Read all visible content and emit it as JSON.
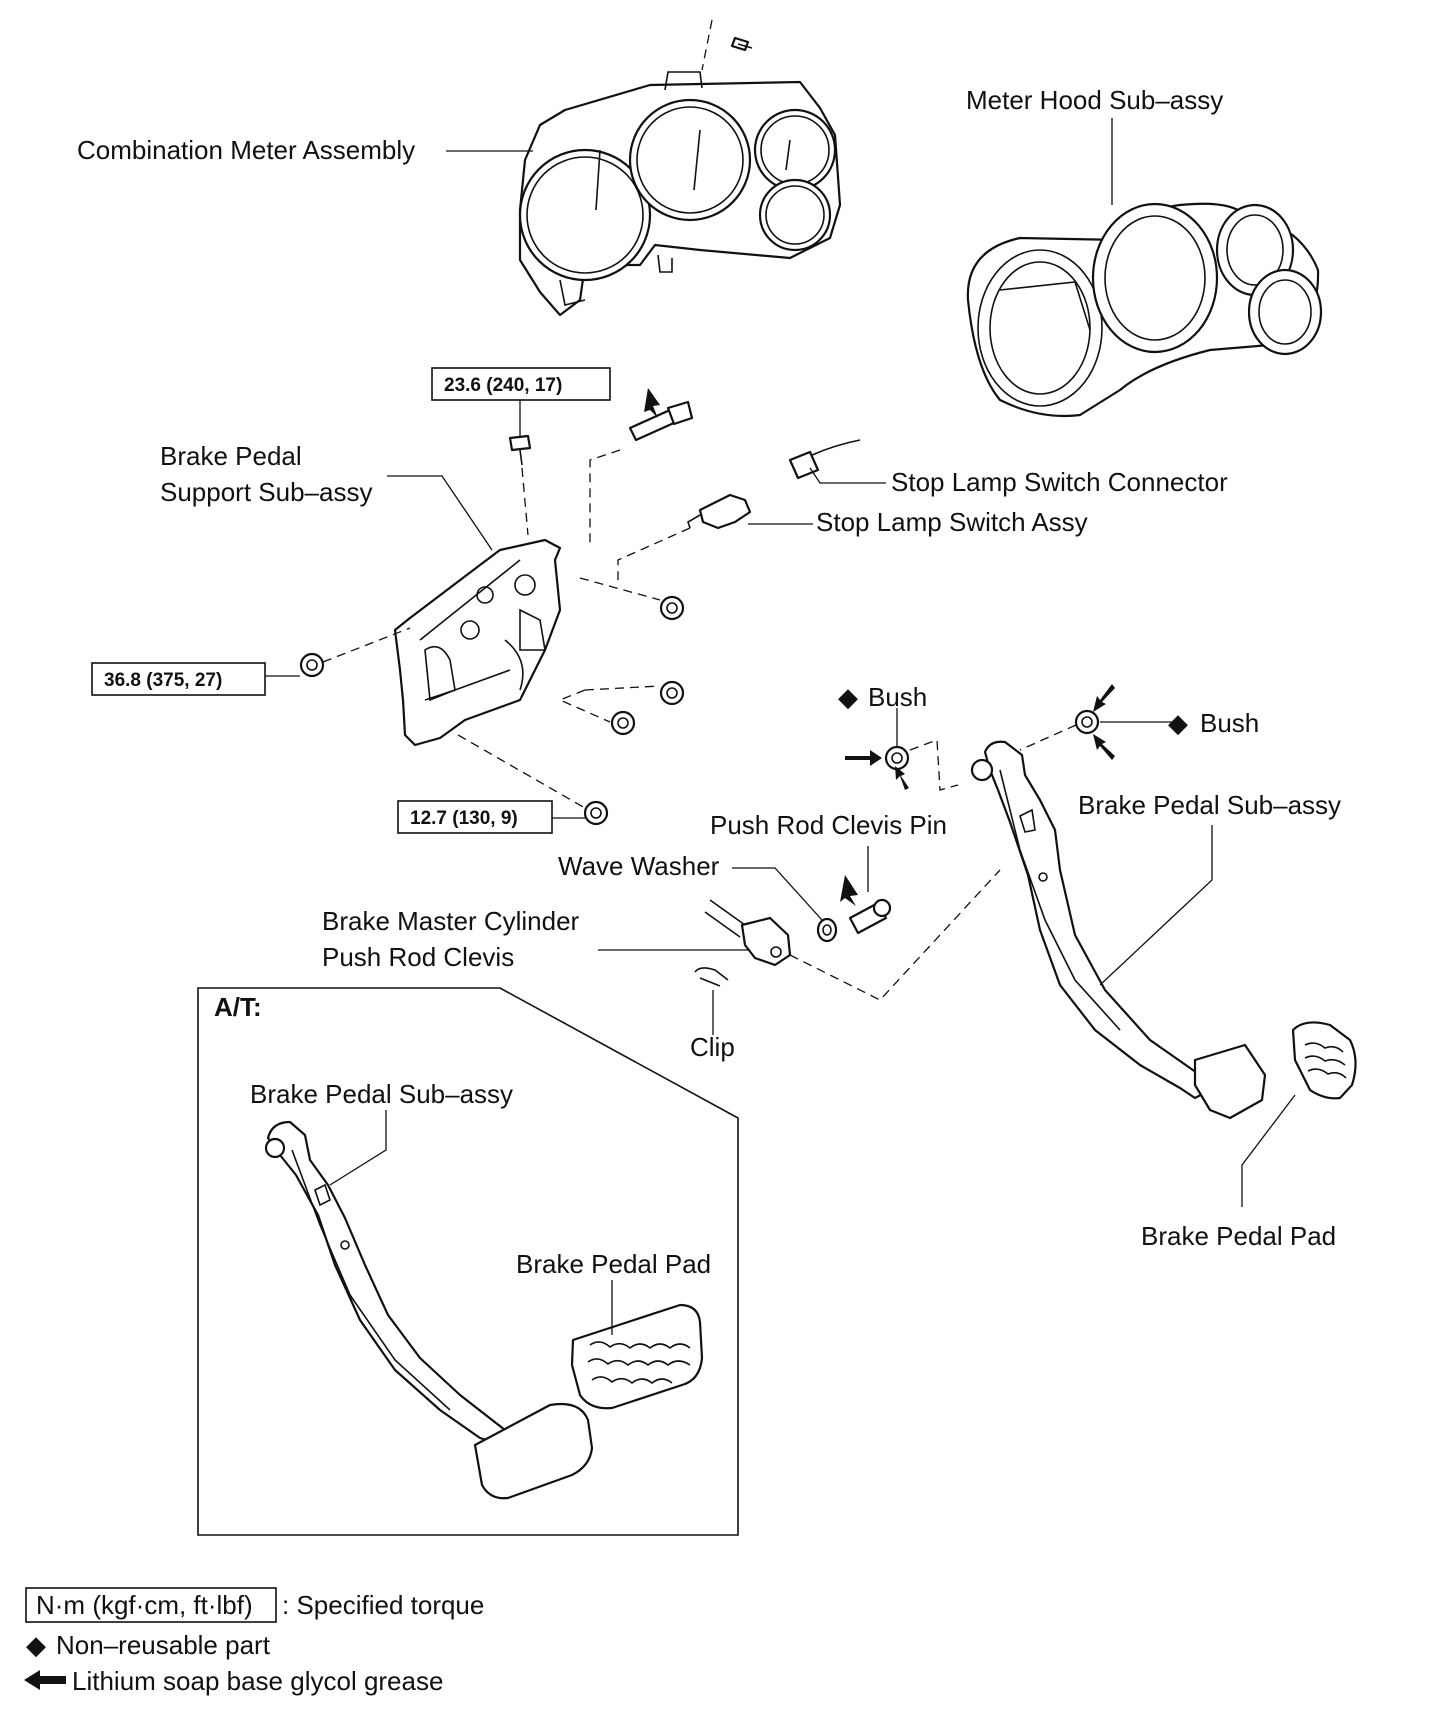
{
  "labels": {
    "combination_meter": "Combination Meter Assembly",
    "meter_hood": "Meter Hood Sub–assy",
    "brake_pedal_support_line1": "Brake Pedal",
    "brake_pedal_support_line2": "Support Sub–assy",
    "stop_lamp_connector": "Stop Lamp Switch Connector",
    "stop_lamp_switch": "Stop Lamp Switch Assy",
    "bush_left": "Bush",
    "bush_right": "Bush",
    "brake_pedal_sub_assy": "Brake Pedal Sub–assy",
    "push_rod_clevis_pin": "Push Rod Clevis Pin",
    "wave_washer": "Wave Washer",
    "master_cyl_line1": "Brake Master Cylinder",
    "master_cyl_line2": "Push Rod Clevis",
    "clip": "Clip",
    "brake_pedal_pad": "Brake Pedal Pad",
    "at_title": "A/T:",
    "at_brake_pedal_sub_assy": "Brake Pedal Sub–assy",
    "at_brake_pedal_pad": "Brake Pedal Pad"
  },
  "torques": {
    "top_bolt": "23.6 (240, 17)",
    "left_nut": "36.8 (375, 27)",
    "lower_nut": "12.7 (130, 9)"
  },
  "symbols": {
    "non_reusable": "◆",
    "grease_arrow": "🡄"
  },
  "legend": {
    "torque_unit": "N·m (kgf·cm, ft·lbf)",
    "torque_desc": ": Specified torque",
    "non_reusable": "Non–reusable part",
    "grease": "Lithium soap base glycol grease"
  },
  "colors": {
    "line": "#111111",
    "background": "#ffffff"
  }
}
